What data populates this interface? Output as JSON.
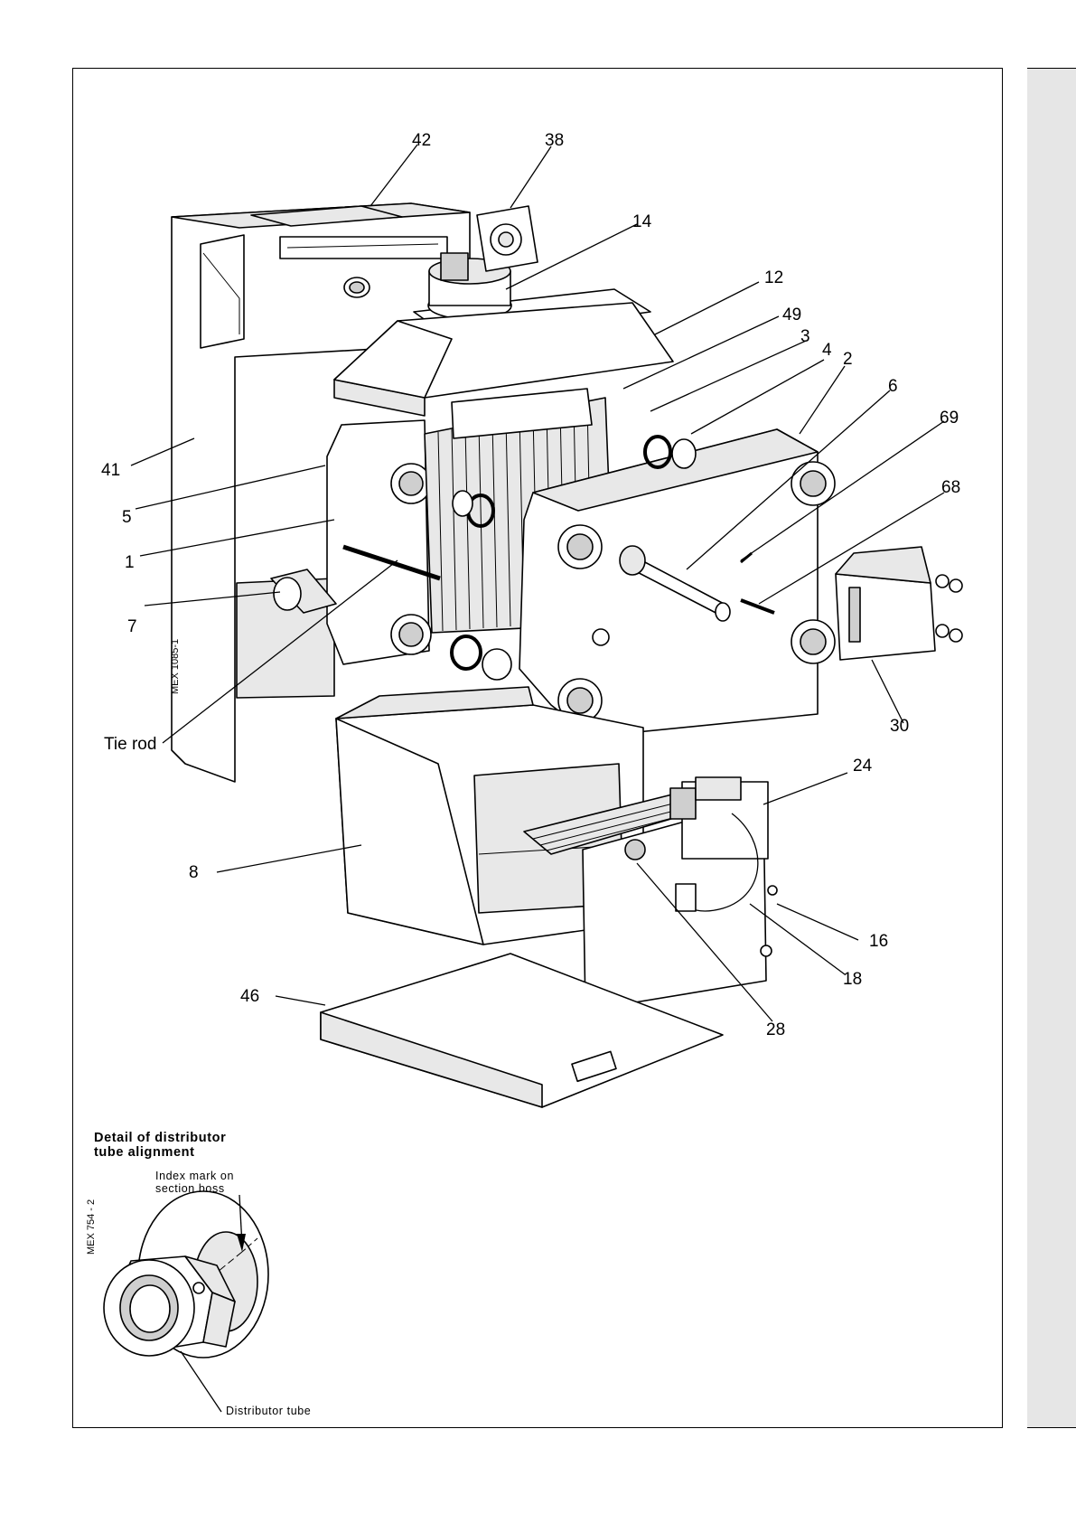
{
  "callouts": [
    {
      "id": "42",
      "text": "42"
    },
    {
      "id": "38",
      "text": "38"
    },
    {
      "id": "14",
      "text": "14"
    },
    {
      "id": "12",
      "text": "12"
    },
    {
      "id": "49",
      "text": "49"
    },
    {
      "id": "3",
      "text": "3"
    },
    {
      "id": "4",
      "text": "4"
    },
    {
      "id": "2",
      "text": "2"
    },
    {
      "id": "6",
      "text": "6"
    },
    {
      "id": "69",
      "text": "69"
    },
    {
      "id": "68",
      "text": "68"
    },
    {
      "id": "41",
      "text": "41"
    },
    {
      "id": "5",
      "text": "5"
    },
    {
      "id": "1",
      "text": "1"
    },
    {
      "id": "7",
      "text": "7"
    },
    {
      "id": "tie-rod",
      "text": "Tie rod"
    },
    {
      "id": "30",
      "text": "30"
    },
    {
      "id": "24",
      "text": "24"
    },
    {
      "id": "8",
      "text": "8"
    },
    {
      "id": "16",
      "text": "16"
    },
    {
      "id": "18",
      "text": "18"
    },
    {
      "id": "46",
      "text": "46"
    },
    {
      "id": "28",
      "text": "28"
    }
  ],
  "figure_refs": {
    "main": "MEX 1085-1",
    "detail": "MEX 754 - 2"
  },
  "detail": {
    "title_line1": "Detail of distributor",
    "title_line2": "tube alignment",
    "index_label_line1": "Index mark on",
    "index_label_line2": "section boss",
    "tube_label": "Distributor tube"
  },
  "colors": {
    "side_bar": "#e6e6e6",
    "frame": "#000000"
  }
}
